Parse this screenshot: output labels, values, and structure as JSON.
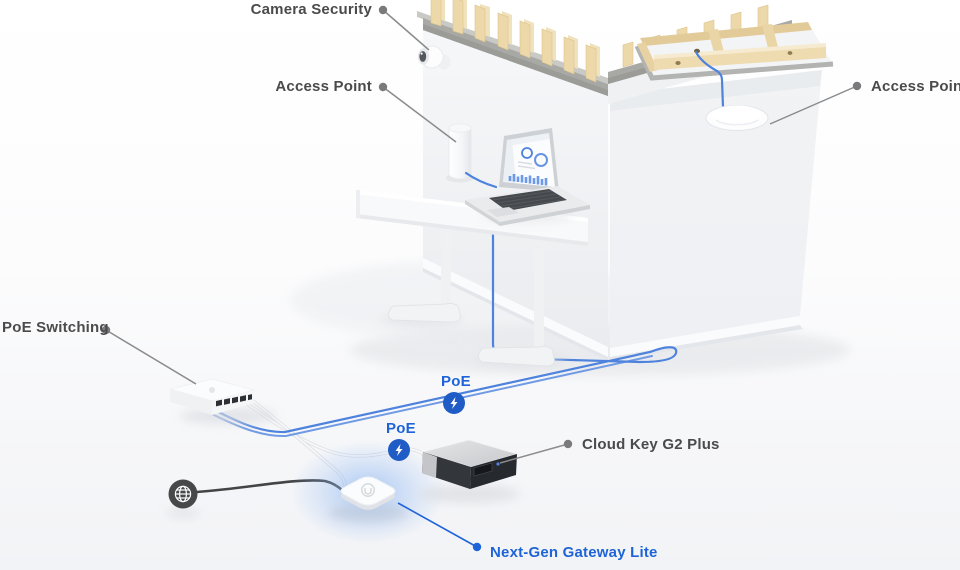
{
  "labels": {
    "camera_security": "Camera Security",
    "access_point_left": "Access Point",
    "access_point_right": "Access Point",
    "poe_switching": "PoE Switching",
    "poe": "PoE",
    "cloud_key": "Cloud Key G2 Plus",
    "gateway": "Next-Gen Gateway Lite"
  },
  "nodes": [
    {
      "id": "camera",
      "label": "Camera Security",
      "icon": "security-camera-icon"
    },
    {
      "id": "access-point-desk",
      "label": "Access Point",
      "icon": "access-point-cylinder-icon"
    },
    {
      "id": "access-point-ceiling",
      "label": "Access Point",
      "icon": "access-point-disc-icon"
    },
    {
      "id": "poe-switch",
      "label": "PoE Switching",
      "icon": "network-switch-icon"
    },
    {
      "id": "poe-injector-upper",
      "label": "PoE",
      "icon": "lightning-bolt-icon"
    },
    {
      "id": "poe-injector-lower",
      "label": "PoE",
      "icon": "lightning-bolt-icon"
    },
    {
      "id": "cloud-key",
      "label": "Cloud Key G2 Plus",
      "icon": "cloud-key-box-icon"
    },
    {
      "id": "gateway",
      "label": "Next-Gen Gateway Lite",
      "icon": "gateway-square-icon"
    },
    {
      "id": "internet",
      "label": "",
      "icon": "globe-icon"
    },
    {
      "id": "laptop",
      "label": "",
      "icon": "laptop-dashboard-icon"
    }
  ],
  "colors": {
    "label_grey": "#4b4b4b",
    "label_blue": "#1e64d8",
    "badge_blue": "#1f5cc6",
    "cable_blue": "#4d82dd",
    "cable_dark": "#434446",
    "wood": "#ecd8a9",
    "concrete": "#a8a8a5",
    "wall": "#f3f4f6",
    "glow_blue": "#7faff2"
  }
}
